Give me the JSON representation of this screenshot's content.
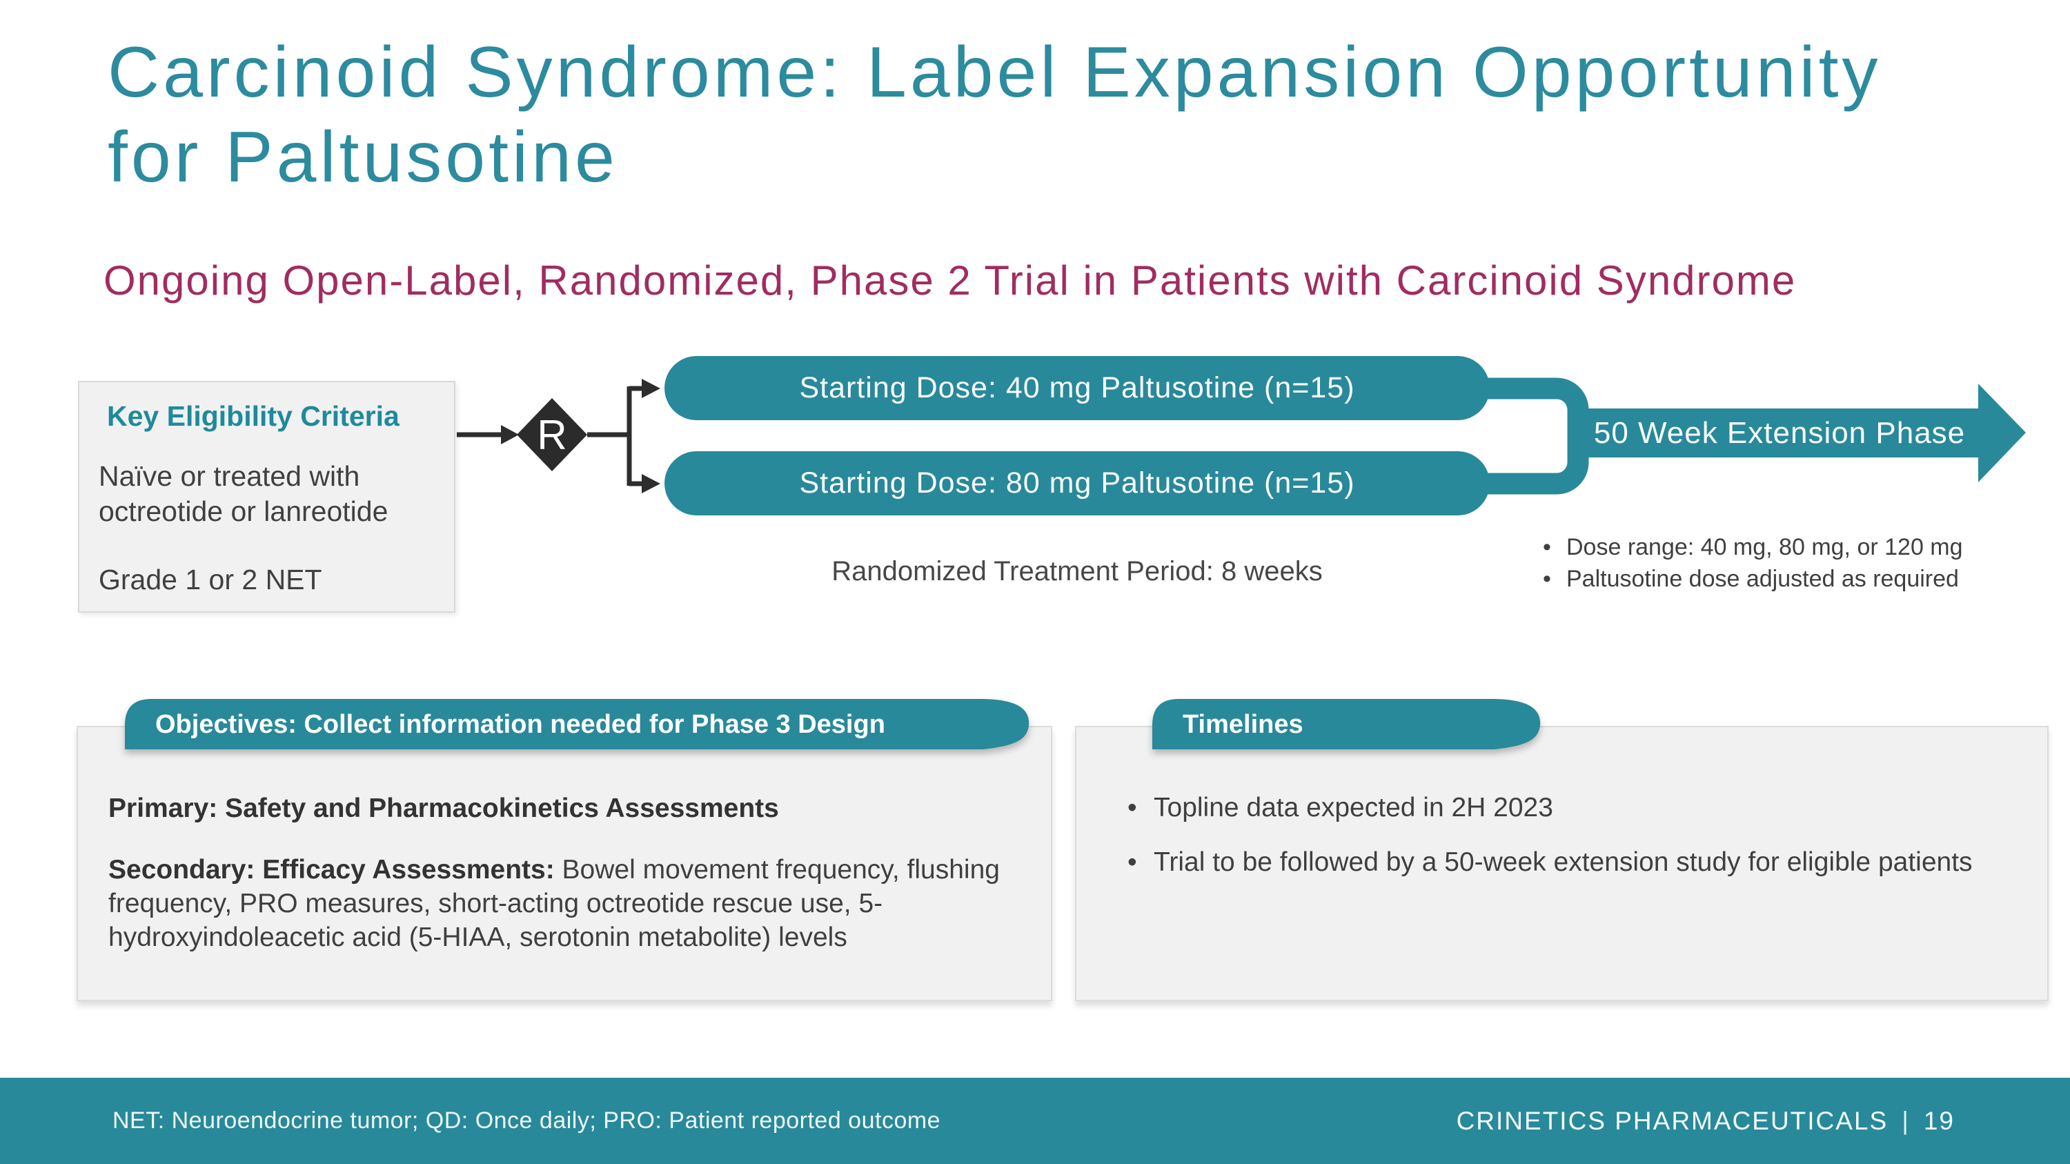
{
  "slide": {
    "title_line1": "Carcinoid Syndrome: Label Expansion Opportunity",
    "title_line2": "for Paltusotine",
    "subtitle": "Ongoing Open-Label, Randomized, Phase 2 Trial in Patients with Carcinoid Syndrome"
  },
  "colors": {
    "teal_accent": "#28899a",
    "title_teal": "#2c8b9e",
    "subtitle_magenta": "#a12c60",
    "text_dark": "#3f3f3f",
    "connector_dark": "#2d2d2d",
    "panel_bg": "#f1f1f2",
    "footer_bg": "#28899a"
  },
  "eligibility": {
    "heading": "Key Eligibility Criteria",
    "item1": "Naïve or treated with octreotide or lanreotide",
    "item2": "Grade 1 or 2 NET"
  },
  "diagram": {
    "randomization_label": "R",
    "arm1": "Starting Dose: 40 mg Paltusotine (n=15)",
    "arm2": "Starting Dose: 80 mg Paltusotine (n=15)",
    "period_label": "Randomized Treatment Period: 8 weeks",
    "extension_label": "50 Week Extension Phase",
    "extension_bullets": [
      "Dose range: 40 mg, 80 mg, or 120 mg",
      "Paltusotine dose adjusted as required"
    ]
  },
  "objectives": {
    "tab": "Objectives: Collect information needed for Phase 3 Design",
    "primary": "Primary: Safety and Pharmacokinetics Assessments",
    "secondary_lead": "Secondary: Efficacy Assessments:",
    "secondary_rest": " Bowel movement frequency, flushing frequency, PRO measures, short-acting octreotide rescue use, 5-hydroxyindoleacetic acid (5-HIAA, serotonin metabolite) levels"
  },
  "timelines": {
    "tab": "Timelines",
    "bullets": [
      "Topline data expected in 2H 2023",
      "Trial to be followed by a 50-week extension study for eligible patients"
    ]
  },
  "footer": {
    "abbreviations": "NET: Neuroendocrine tumor; QD: Once daily; PRO: Patient reported outcome",
    "company": "CRINETICS PHARMACEUTICALS",
    "separator": "|",
    "page": "19"
  }
}
